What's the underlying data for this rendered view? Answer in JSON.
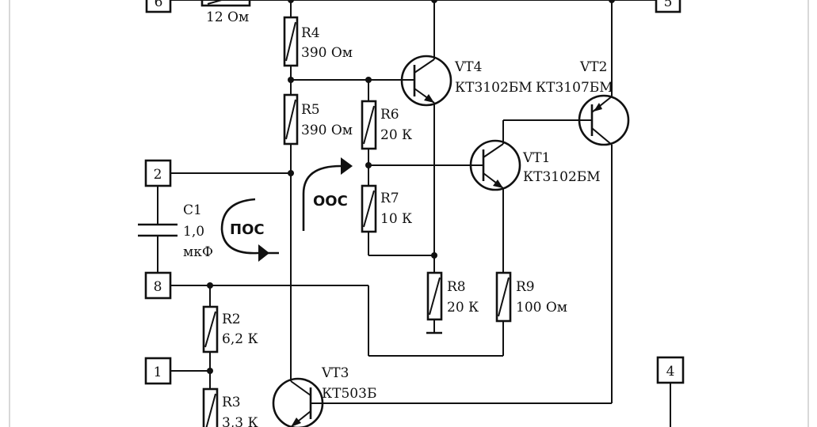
{
  "frame": {
    "border_color": "#d8d8d8",
    "line_color": "#111111"
  },
  "pins": {
    "p6": "6",
    "p5": "5",
    "p2": "2",
    "p8": "8",
    "p1": "1",
    "p4": "4"
  },
  "resistors": {
    "r_top": {
      "value": "12 Ом"
    },
    "r4": {
      "name": "R4",
      "value": "390 Ом"
    },
    "r5": {
      "name": "R5",
      "value": "390 Ом"
    },
    "r6": {
      "name": "R6",
      "value": "20 К"
    },
    "r7": {
      "name": "R7",
      "value": "10 К"
    },
    "r8": {
      "name": "R8",
      "value": "20 К"
    },
    "r9": {
      "name": "R9",
      "value": "100 Ом"
    },
    "r2": {
      "name": "R2",
      "value": "6,2 К"
    },
    "r3": {
      "name": "R3",
      "value": "3,3 К"
    }
  },
  "capacitor": {
    "name": "C1",
    "value": "1,0",
    "unit": "мкФ"
  },
  "transistors": {
    "vt4": {
      "name": "VT4",
      "type": "КТ3102БМ"
    },
    "vt2": {
      "name": "VT2",
      "type": "КТ3107БМ"
    },
    "vt1": {
      "name": "VT1",
      "type": "КТ3102БМ"
    },
    "vt3": {
      "name": "VT3",
      "type": "КТ503Б"
    }
  },
  "feedback": {
    "negative": "ООС",
    "positive": "ПОС"
  }
}
